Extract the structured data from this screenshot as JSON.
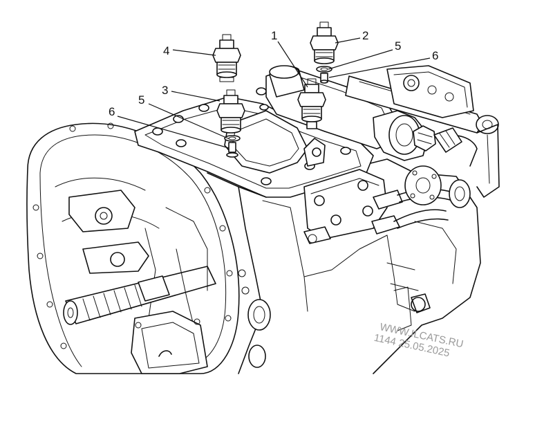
{
  "callouts": [
    {
      "id": "1",
      "label": "1"
    },
    {
      "id": "2",
      "label": "2"
    },
    {
      "id": "3",
      "label": "3"
    },
    {
      "id": "4",
      "label": "4"
    },
    {
      "id": "5a",
      "label": "5"
    },
    {
      "id": "5b",
      "label": "5"
    },
    {
      "id": "6a",
      "label": "6"
    },
    {
      "id": "6b",
      "label": "6"
    }
  ],
  "watermark": {
    "site": "WWW.ILCATS.RU",
    "stamp": "1144 25.05.2025"
  },
  "colors": {
    "ink": "#111111",
    "background": "#ffffff",
    "watermark": "#9a9a9a"
  }
}
